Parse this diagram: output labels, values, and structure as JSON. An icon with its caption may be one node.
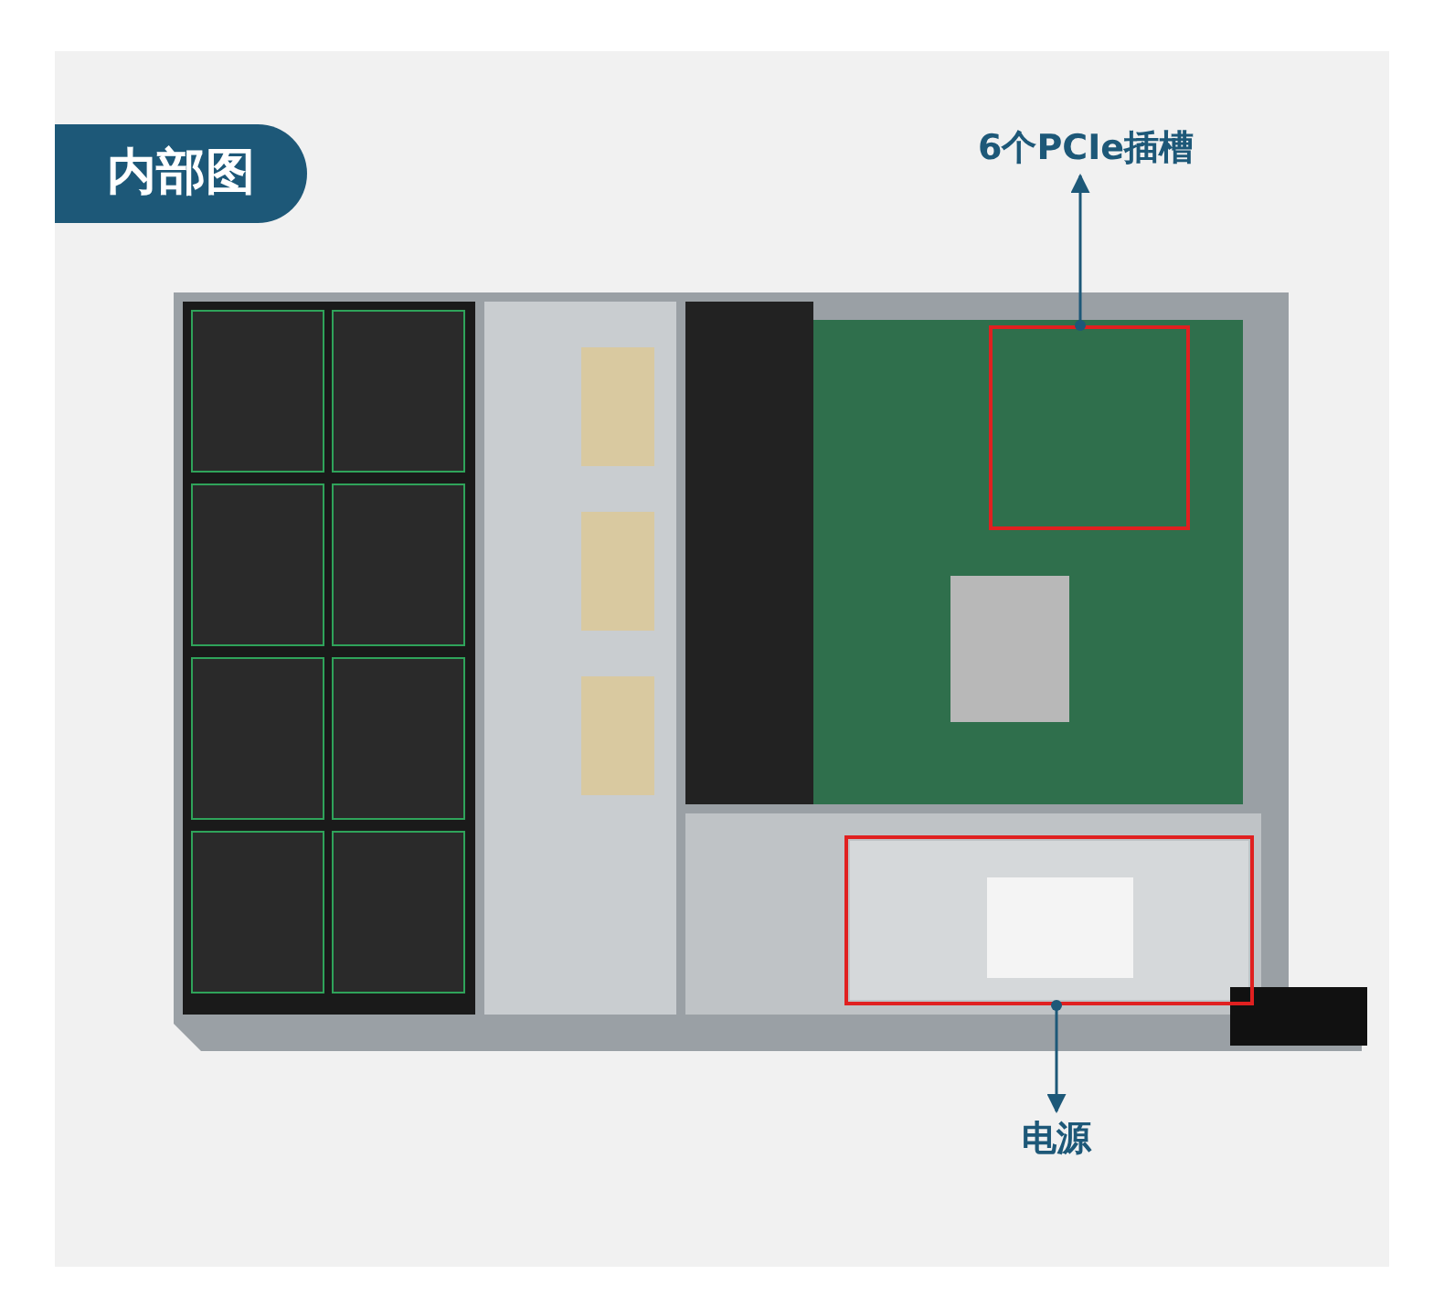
{
  "diagram": {
    "title": "内部图",
    "nodes": [
      {
        "text": [
          "6个PCIe插槽"
        ]
      },
      {
        "text": [],
        "shape": "box"
      },
      {
        "text": [],
        "shape": "box"
      },
      {
        "text": [
          "电源"
        ]
      }
    ],
    "edges": [
      {
        "from": 1,
        "to": 0,
        "arrow": "to"
      },
      {
        "from": 2,
        "to": 3,
        "arrow": "to"
      }
    ]
  }
}
